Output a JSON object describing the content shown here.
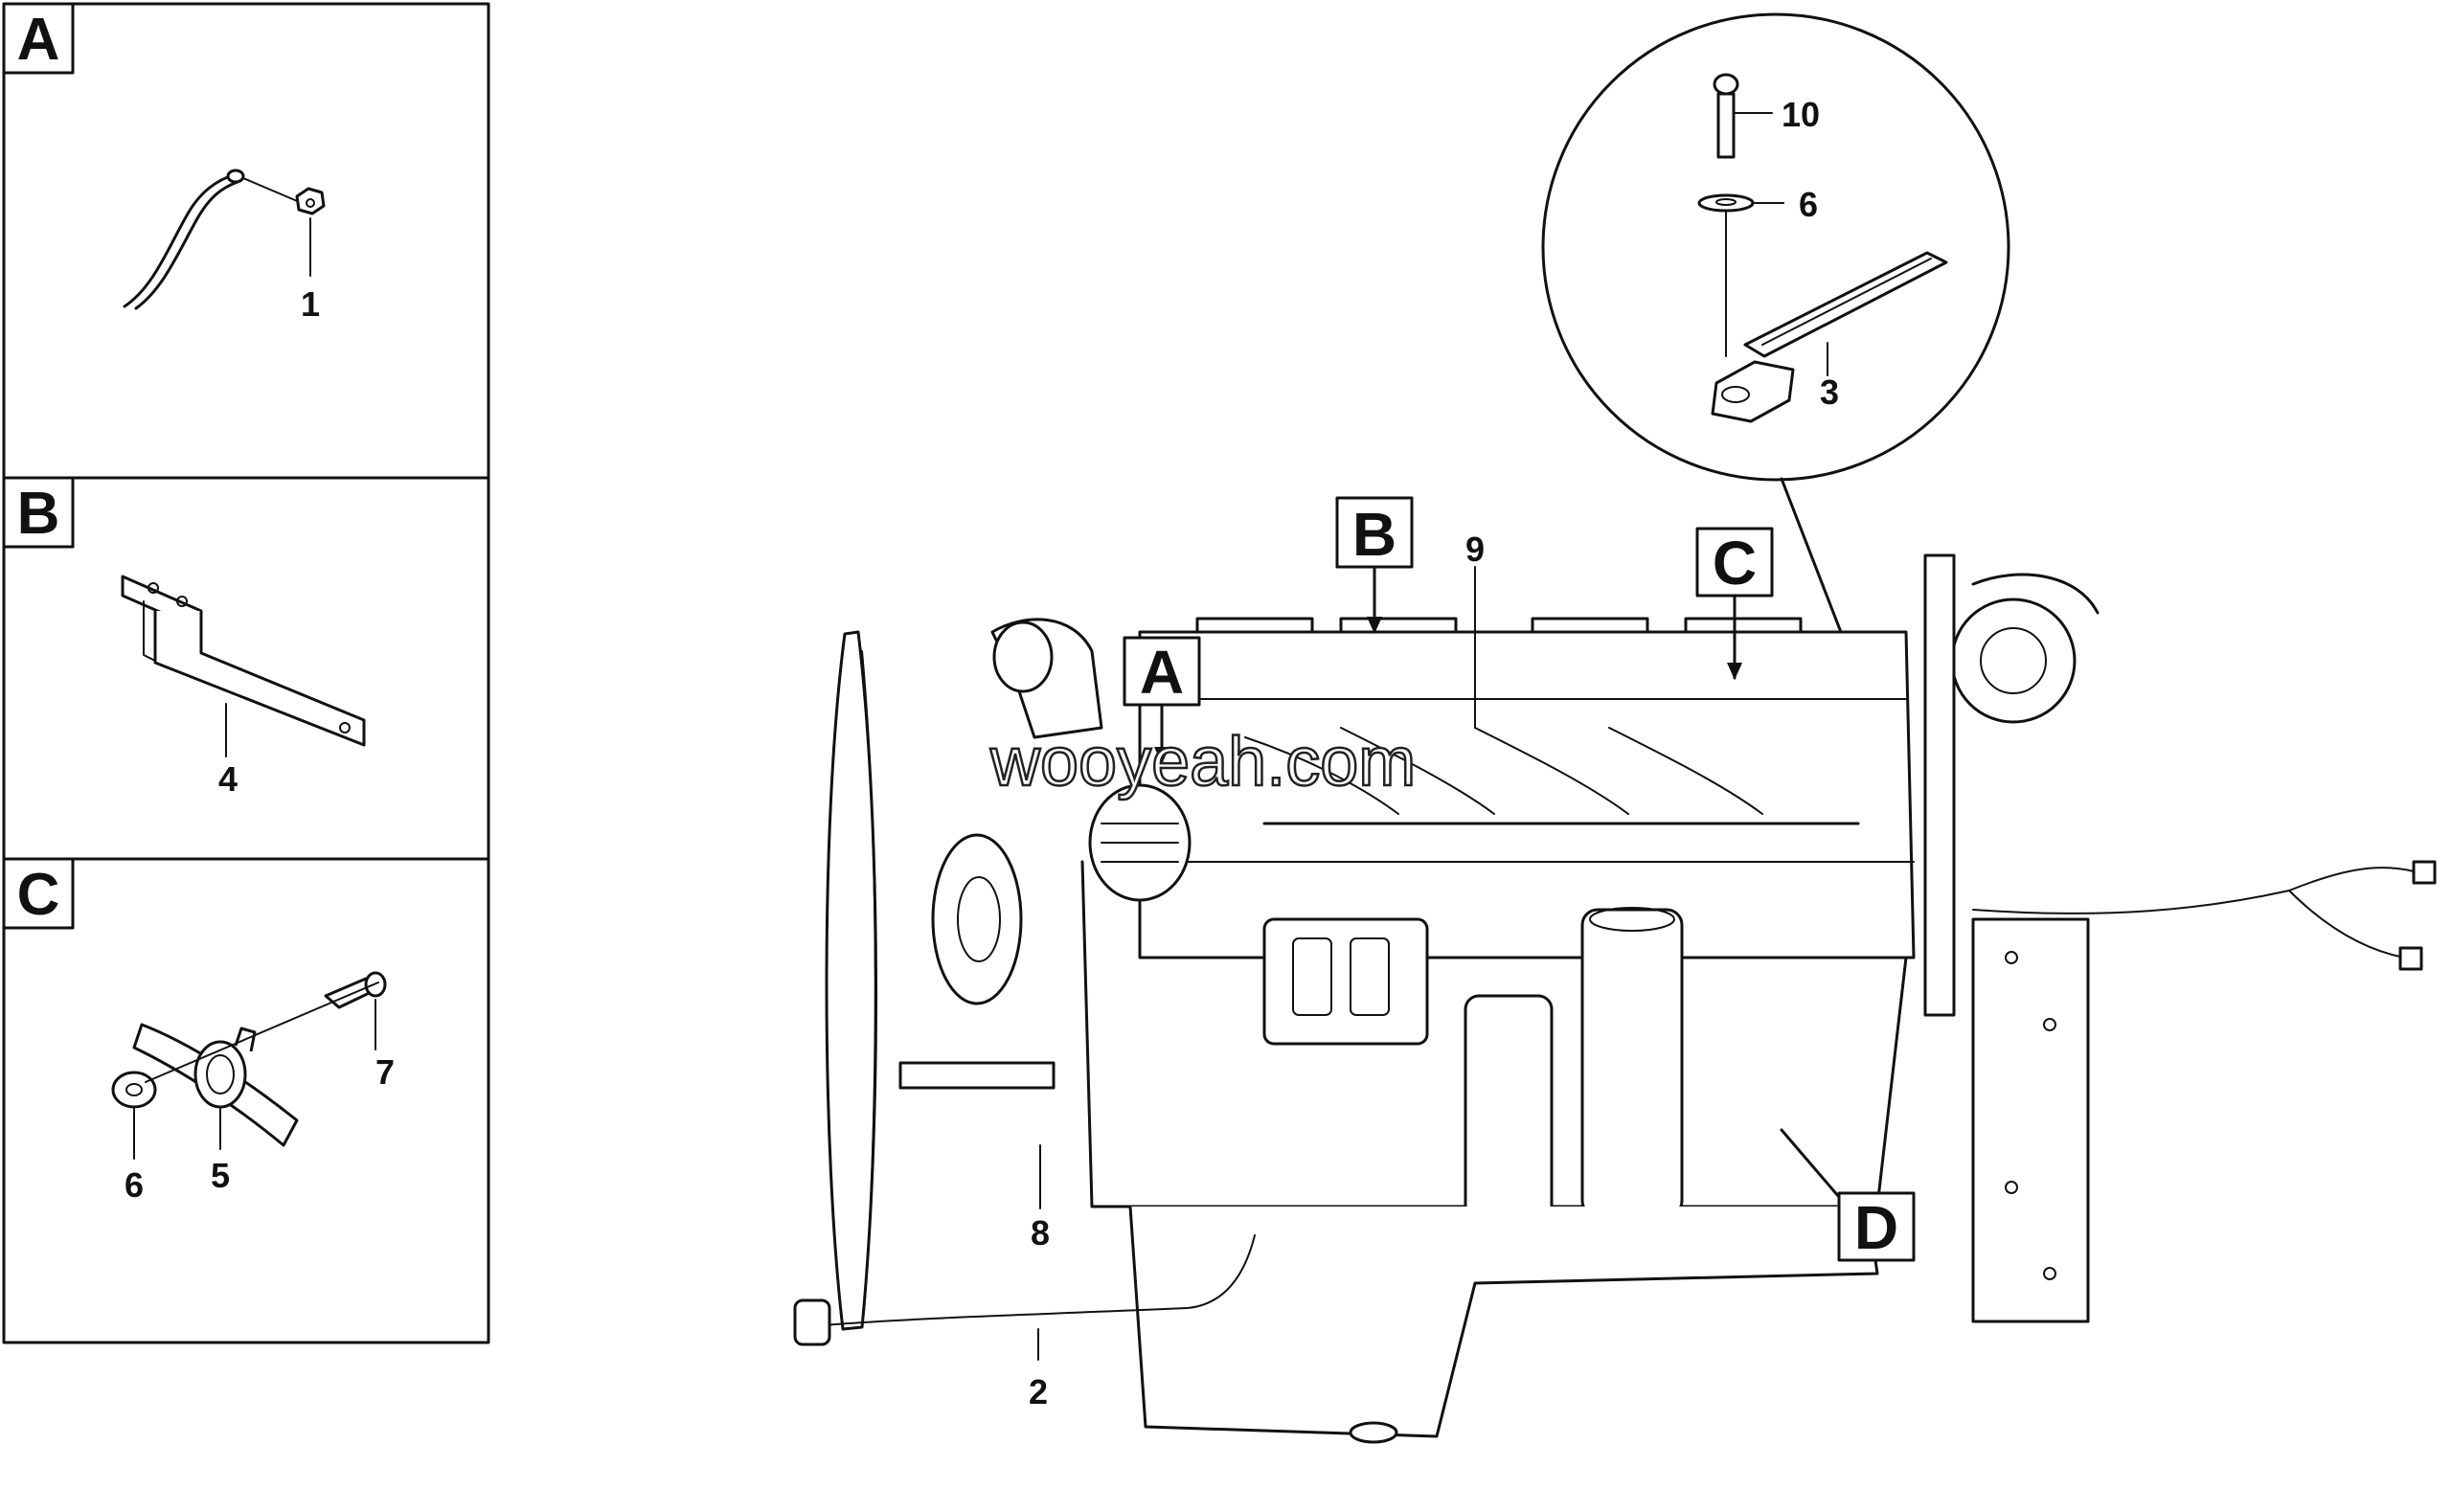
{
  "detail_panels": [
    {
      "letter": "A",
      "parts": [
        "1"
      ]
    },
    {
      "letter": "B",
      "parts": [
        "4"
      ]
    },
    {
      "letter": "C",
      "parts": [
        "7",
        "6",
        "5"
      ]
    }
  ],
  "magnified_view": {
    "parts": [
      "10",
      "6",
      "3"
    ]
  },
  "main_view": {
    "section_markers": [
      "A",
      "B",
      "C",
      "D"
    ],
    "callouts": [
      "9",
      "8",
      "2"
    ]
  },
  "watermark": "wooyeah.com"
}
